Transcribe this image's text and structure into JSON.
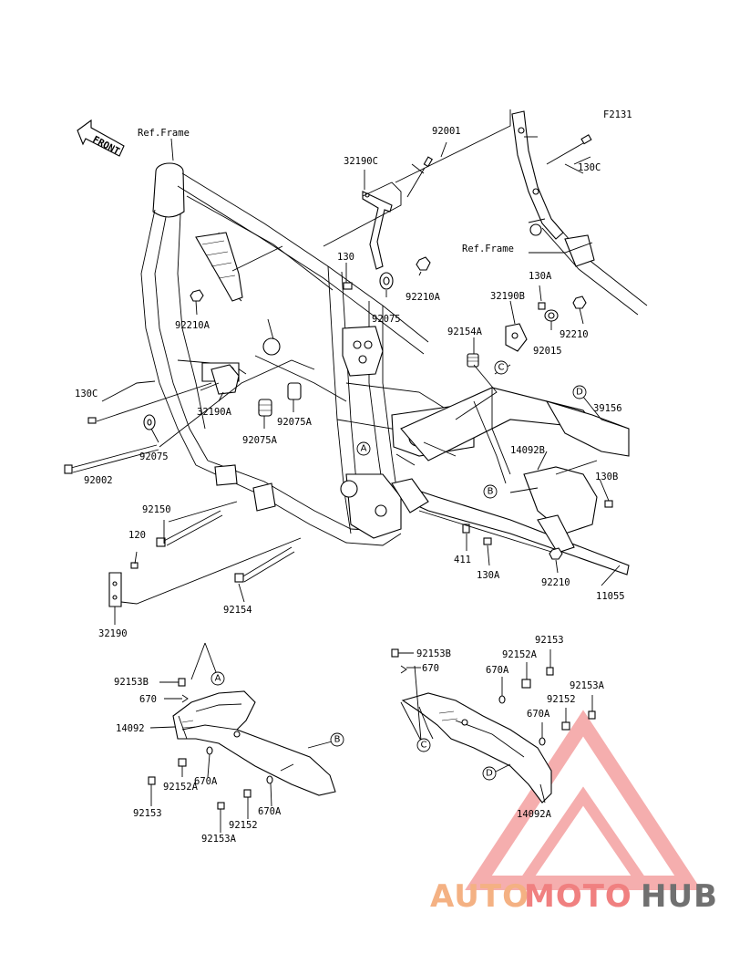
{
  "diagram_code": "F2131",
  "front_label": "FRONT",
  "ref_frame_top": "Ref.Frame",
  "ref_frame_right": "Ref.Frame",
  "labels": {
    "p92001": "92001",
    "p32190C": "32190C",
    "p130C_top": "130C",
    "p130_mid": "130",
    "p92210A_top": "92210A",
    "p92075_top": "92075",
    "p130A_top": "130A",
    "p32190B": "32190B",
    "p92210_top": "92210",
    "p92154A": "92154A",
    "p92015": "92015",
    "p92210A_left": "92210A",
    "p130C_left": "130C",
    "p32190A": "32190A",
    "p92075A_1": "92075A",
    "p92075A_2": "92075A",
    "p92075_left": "92075",
    "p92002": "92002",
    "p39156": "39156",
    "p14092B": "14092B",
    "p130B": "130B",
    "p92150": "92150",
    "p120": "120",
    "p411": "411",
    "p130A_bot": "130A",
    "p92210_bot": "92210",
    "p11055": "11055",
    "p92154": "92154",
    "p32190": "32190",
    "p92153B_l": "92153B",
    "p670_l": "670",
    "p14092": "14092",
    "p92152A_l": "92152A",
    "p670A_l1": "670A",
    "p92153_l": "92153",
    "p670A_l2": "670A",
    "p92152_l": "92152",
    "p92153A_l": "92153A",
    "p92153B_r": "92153B",
    "p670_r": "670",
    "p92153_r": "92153",
    "p92152A_r": "92152A",
    "p670A_r1": "670A",
    "p92153A_r": "92153A",
    "p92152_r": "92152",
    "p670A_r2": "670A",
    "p14092A": "14092A"
  },
  "callouts": {
    "A": "A",
    "B": "B",
    "C": "C",
    "D": "D"
  },
  "watermark": {
    "part1": "AUTO",
    "part2": "MOTO",
    "part3": "HUB",
    "color1": "#f4b183",
    "color2": "#f08080",
    "color3": "#707070",
    "triangle_color": "#f4a0a0"
  }
}
